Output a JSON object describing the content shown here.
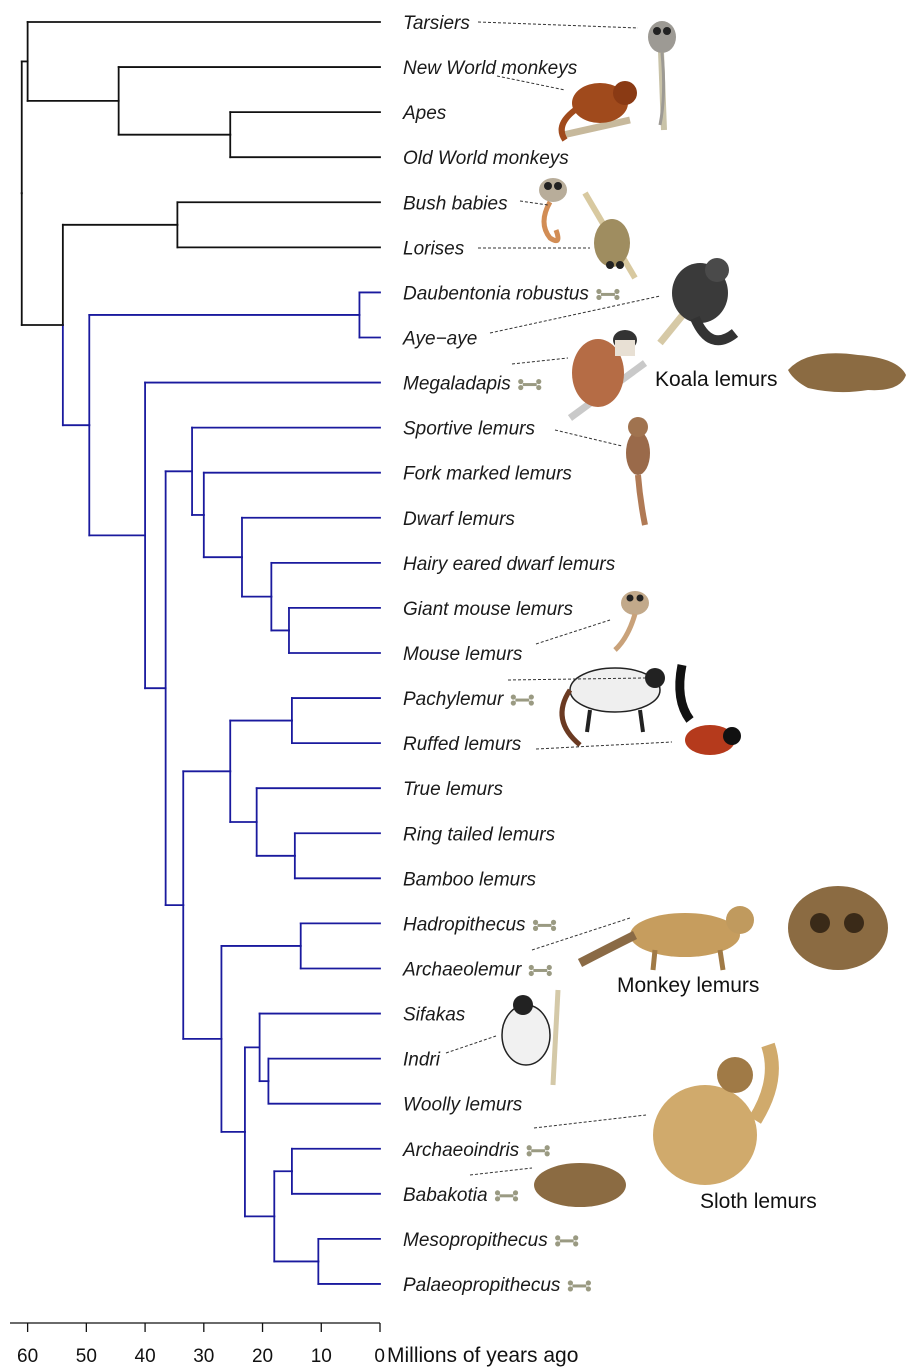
{
  "colors": {
    "old_lineages": "#111111",
    "lemurs": "#1a1a9e",
    "bone": "#9a9a82"
  },
  "taxa": [
    {
      "name": "Tarsiers",
      "fossil": false
    },
    {
      "name": "New World monkeys",
      "fossil": false
    },
    {
      "name": "Apes",
      "fossil": false
    },
    {
      "name": "Old World monkeys",
      "fossil": false
    },
    {
      "name": "Bush babies",
      "fossil": false
    },
    {
      "name": "Lorises",
      "fossil": false
    },
    {
      "name": "Daubentonia robustus",
      "fossil": true
    },
    {
      "name": "Aye−aye",
      "fossil": false
    },
    {
      "name": "Megaladapis",
      "fossil": true
    },
    {
      "name": "Sportive lemurs",
      "fossil": false
    },
    {
      "name": "Fork marked lemurs",
      "fossil": false
    },
    {
      "name": "Dwarf lemurs",
      "fossil": false
    },
    {
      "name": "Hairy eared dwarf lemurs",
      "fossil": false
    },
    {
      "name": "Giant mouse lemurs",
      "fossil": false
    },
    {
      "name": "Mouse lemurs",
      "fossil": false
    },
    {
      "name": "Pachylemur",
      "fossil": true
    },
    {
      "name": "Ruffed lemurs",
      "fossil": false
    },
    {
      "name": "True lemurs",
      "fossil": false
    },
    {
      "name": "Ring tailed lemurs",
      "fossil": false
    },
    {
      "name": "Bamboo lemurs",
      "fossil": false
    },
    {
      "name": "Hadropithecus",
      "fossil": true
    },
    {
      "name": "Archaeolemur",
      "fossil": true
    },
    {
      "name": "Sifakas",
      "fossil": false
    },
    {
      "name": "Indri",
      "fossil": false
    },
    {
      "name": "Woolly lemurs",
      "fossil": false
    },
    {
      "name": "Archaeoindris",
      "fossil": true
    },
    {
      "name": "Babakotia",
      "fossil": true
    },
    {
      "name": "Mesopropithecus",
      "fossil": true
    },
    {
      "name": "Palaeopropithecus",
      "fossil": true
    }
  ],
  "tree": {
    "nodes": [
      {
        "id": "n_nwm_owm",
        "age": 44.5,
        "children": [
          "t1",
          "n_apes_owm"
        ],
        "lineage": "old"
      },
      {
        "id": "n_apes_owm",
        "age": 25.5,
        "children": [
          "t2",
          "t3"
        ],
        "lineage": "old"
      },
      {
        "id": "n_bush_lor",
        "age": 34.5,
        "children": [
          "t4",
          "t5"
        ],
        "lineage": "old"
      },
      {
        "id": "n_ayeaye",
        "age": 3.5,
        "children": [
          "t6",
          "t7"
        ],
        "lineage": "lemur"
      },
      {
        "id": "n_giant_mouse",
        "age": 15.5,
        "children": [
          "t13",
          "t14"
        ],
        "lineage": "lemur"
      },
      {
        "id": "n_hairy",
        "age": 18.5,
        "children": [
          "t12",
          "n_giant_mouse"
        ],
        "lineage": "lemur"
      },
      {
        "id": "n_dwarf",
        "age": 23.5,
        "children": [
          "t11",
          "n_hairy"
        ],
        "lineage": "lemur"
      },
      {
        "id": "n_fork",
        "age": 30.0,
        "children": [
          "t10",
          "n_dwarf"
        ],
        "lineage": "lemur"
      },
      {
        "id": "n_sportive",
        "age": 32.0,
        "children": [
          "t9",
          "n_fork"
        ],
        "lineage": "lemur"
      },
      {
        "id": "n_pachy",
        "age": 15.0,
        "children": [
          "t15",
          "t16"
        ],
        "lineage": "lemur"
      },
      {
        "id": "n_ring_bamboo",
        "age": 14.5,
        "children": [
          "t18",
          "t19"
        ],
        "lineage": "lemur"
      },
      {
        "id": "n_true",
        "age": 21.0,
        "children": [
          "t17",
          "n_ring_bamboo"
        ],
        "lineage": "lemur"
      },
      {
        "id": "n_lemuridae",
        "age": 25.5,
        "children": [
          "n_pachy",
          "n_true"
        ],
        "lineage": "lemur"
      },
      {
        "id": "n_hadro",
        "age": 13.5,
        "children": [
          "t20",
          "t21"
        ],
        "lineage": "lemur"
      },
      {
        "id": "n_indri_woolly",
        "age": 19.0,
        "children": [
          "t23",
          "t24"
        ],
        "lineage": "lemur"
      },
      {
        "id": "n_sifaka",
        "age": 20.5,
        "children": [
          "t22",
          "n_indri_woolly"
        ],
        "lineage": "lemur"
      },
      {
        "id": "n_archaeoindris",
        "age": 15.0,
        "children": [
          "t25",
          "t26"
        ],
        "lineage": "lemur"
      },
      {
        "id": "n_meso",
        "age": 10.5,
        "children": [
          "t27",
          "t28"
        ],
        "lineage": "lemur"
      },
      {
        "id": "n_sloth",
        "age": 18.0,
        "children": [
          "n_archaeoindris",
          "n_meso"
        ],
        "lineage": "lemur"
      },
      {
        "id": "n_indriid",
        "age": 23.0,
        "children": [
          "n_sifaka",
          "n_sloth"
        ],
        "lineage": "lemur"
      },
      {
        "id": "n_indroidea",
        "age": 27.0,
        "children": [
          "n_hadro",
          "n_indriid"
        ],
        "lineage": "lemur"
      },
      {
        "id": "n_big",
        "age": 33.5,
        "children": [
          "n_lemuridae",
          "n_indroidea"
        ],
        "lineage": "lemur"
      },
      {
        "id": "n_cheiro",
        "age": 36.5,
        "children": [
          "n_sportive",
          "n_big"
        ],
        "lineage": "lemur"
      },
      {
        "id": "n_mega",
        "age": 40.0,
        "children": [
          "t8",
          "n_cheiro"
        ],
        "lineage": "lemur"
      },
      {
        "id": "n_lemurs",
        "age": 49.5,
        "children": [
          "n_ayeaye",
          "n_mega"
        ],
        "lineage": "lemur"
      },
      {
        "id": "n_strep",
        "age": 54.0,
        "children": [
          "n_bush_lor",
          "n_lemurs"
        ],
        "lineage": "old"
      },
      {
        "id": "n_haplo",
        "age": 60.0,
        "children": [
          "t0",
          "n_nwm_owm"
        ],
        "lineage": "old"
      },
      {
        "id": "n_root",
        "age": 61.0,
        "children": [
          "n_haplo",
          "n_strep"
        ],
        "lineage": "old"
      }
    ],
    "root_id": "n_root",
    "root_stem_age": 61.0
  },
  "group_labels": [
    {
      "id": "koala",
      "text": "Koala lemurs"
    },
    {
      "id": "monkey",
      "text": "Monkey lemurs"
    },
    {
      "id": "sloth",
      "text": "Sloth lemurs"
    }
  ],
  "axis": {
    "ticks": [
      60,
      50,
      40,
      30,
      20,
      10,
      0
    ],
    "range": [
      63,
      0
    ],
    "title": "Millions of years ago"
  }
}
